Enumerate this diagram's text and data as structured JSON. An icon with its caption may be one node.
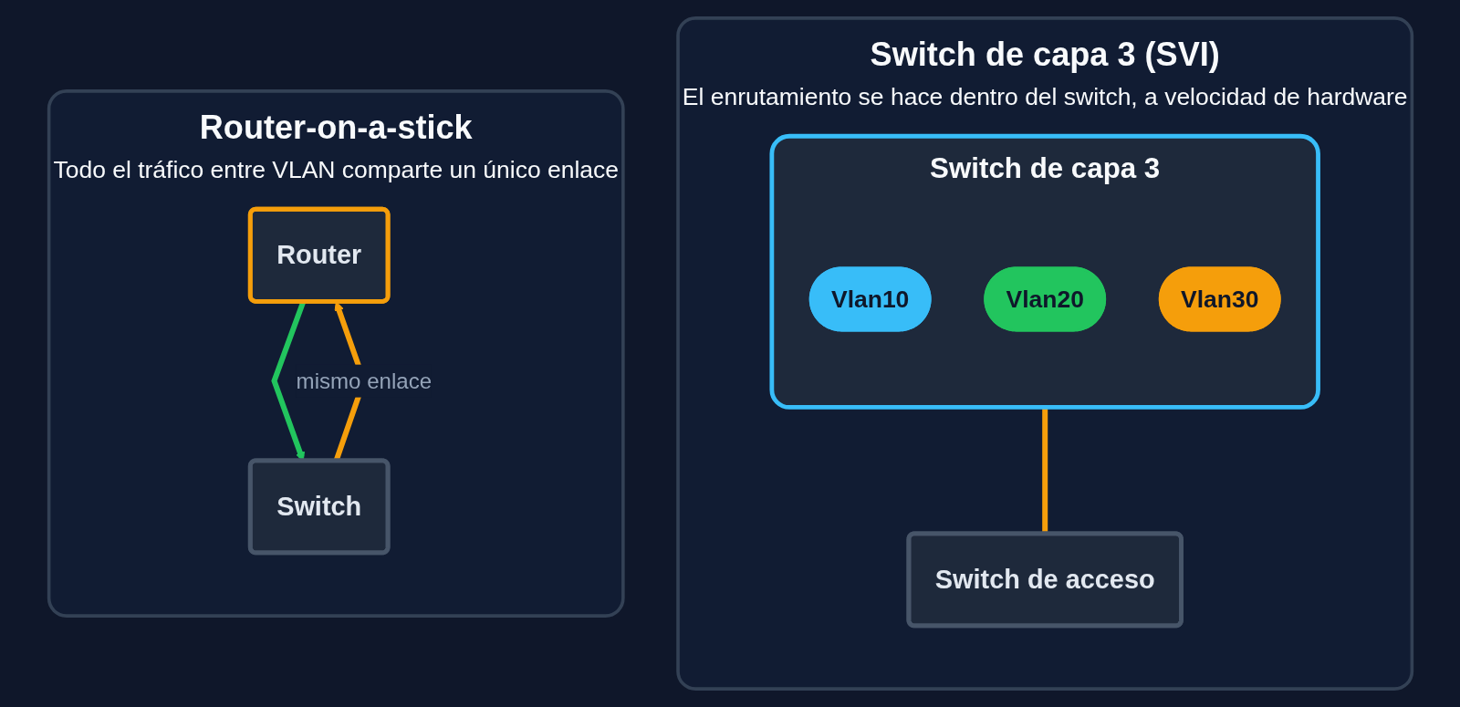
{
  "diagram": {
    "nodes": [
      {
        "text": [
          "Router-on-a-stick",
          "Todo el tráfico entre VLAN comparte un único enlace"
        ]
      },
      {
        "text": [
          "Router"
        ],
        "in": 0
      },
      {
        "text": [
          "Switch"
        ],
        "in": 0
      },
      {
        "text": [
          "Switch de capa 3 (SVI)",
          "El enrutamiento se hace dentro del switch, a velocidad de hardware"
        ]
      },
      {
        "text": [
          "Switch de capa 3"
        ],
        "in": 3
      },
      {
        "text": [
          "Vlan10"
        ],
        "in": 4
      },
      {
        "text": [
          "Vlan20"
        ],
        "in": 4
      },
      {
        "text": [
          "Vlan30"
        ],
        "in": 4
      },
      {
        "text": [
          "Switch de acceso"
        ],
        "in": 3
      }
    ],
    "edges": [
      {
        "from": 1,
        "to": 2,
        "arrow": "to",
        "color": "#22c55e"
      },
      {
        "from": 2,
        "to": 1,
        "arrow": "to",
        "label": "mismo enlace",
        "color": "#f59e0b"
      },
      {
        "from": 4,
        "to": 8,
        "arrow": "none",
        "color": "#f59e0b"
      }
    ]
  }
}
